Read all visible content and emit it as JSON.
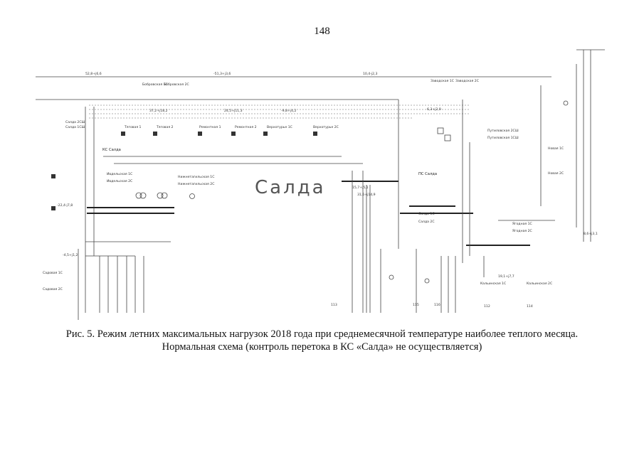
{
  "page": {
    "number": "148"
  },
  "diagram": {
    "watermark": "Салда",
    "station_main": "КС Салда",
    "station_ps": "ПС Салда",
    "node_labels": [
      "Салда 2СШ",
      "Салда 1СШ",
      "Салда 1С",
      "Салда 2С",
      "Бобровская 1С",
      "Бобровская 2С",
      "Ивдельская 1С",
      "Ивдельская 2С",
      "Ягодная 1С",
      "Ягодная 2С",
      "Тяговая 1",
      "Тяговая 2",
      "Ремонтная 1",
      "Ремонтная 2",
      "Верхотурье 1С",
      "Верхотурье 2С",
      "Путиловская 2СШ",
      "Путиловская 1СШ",
      "Нижнетагильская 1С",
      "Нижнетагильская 2С",
      "Кальинская 1С",
      "Кальинская 2С",
      "Новая 1С",
      "Новая 2С",
      "Садовая 1С",
      "Садовая 2С",
      "Заводская 1С",
      "Заводская 2С"
    ],
    "flow_labels": [
      "52,8+j6,6",
      "-51,3+j3,6",
      "10,4-j2,3",
      "37,2+j18,2",
      "24,5+j11,3",
      "-9,8+j4,2",
      "15,7+j5,1",
      "6,3+j2,9",
      "113",
      "115",
      "116",
      "112",
      "114",
      "-22,4-j7,8",
      "8,6+j3,1",
      "19,1+j7,7",
      "-4,5+j1,2",
      "31,6+j14,9"
    ]
  },
  "caption": {
    "line1": "Рис. 5. Режим летних максимальных нагрузок 2018 года при среднемесячной температуре наиболее теплого месяца.",
    "line2": "Нормальная схема (контроль перетока в КС «Салда» не осуществляется)"
  }
}
